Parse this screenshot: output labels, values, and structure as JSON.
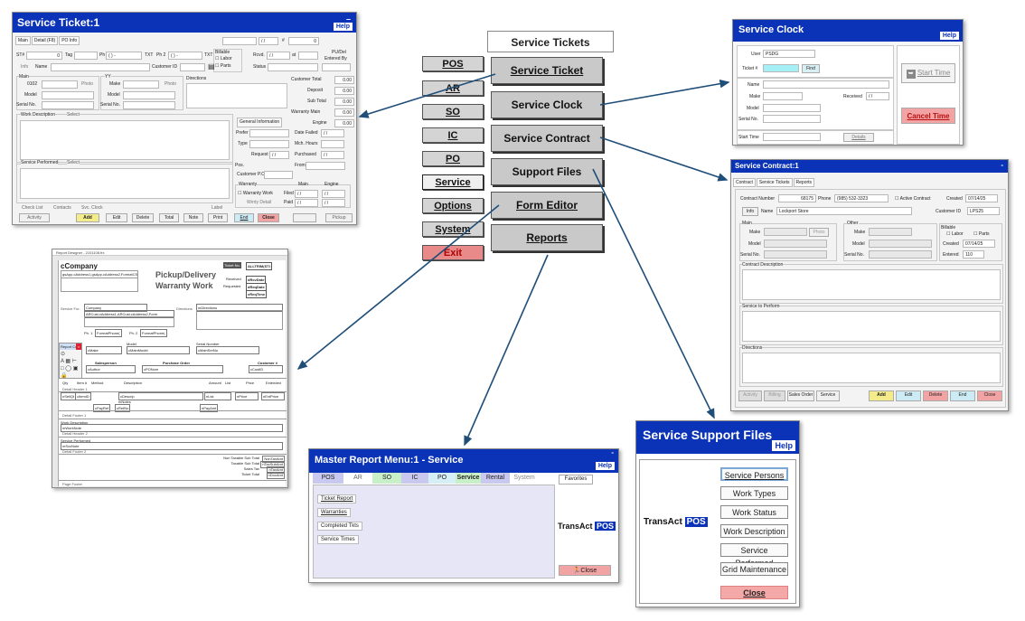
{
  "ticket": {
    "title": "Service Ticket:1",
    "help": "Help",
    "tabs": [
      "Main",
      "Detail (F8)",
      "PO Info"
    ],
    "date_value": "/ /",
    "num_label": "#",
    "num_value": "0",
    "st_label": "ST#",
    "st_value": "0",
    "tag_label": "Tag",
    "ph_label": "Ph",
    "ph_value": "( ) -",
    "txt_label": "TXT",
    "ph2_label": "Ph 2",
    "ph2_value": "( ) -",
    "txt2_label": "TXT",
    "billable_label": "Billable",
    "labor_label": "Labor",
    "parts_label": "Parts",
    "rcvd_label": "Rcvd.",
    "rcvd_value": "/ /",
    "at_label": "at",
    "pudel_label": "PU/Del",
    "entered_by_label": "Entered By",
    "info_label": "Info",
    "name_label": "Name",
    "customer_id_label": "Customer ID",
    "status_label": "Status",
    "main_label": "Main",
    "main_value": "0102",
    "photo_label": "Photo",
    "yy_label": "YY",
    "make_label": "Make",
    "photo2_label": "Photo",
    "directions_label": "Directions",
    "model_label": "Model",
    "model2_label": "Model",
    "serial_label": "Serial No.",
    "serial2_label": "Serial No.",
    "totals": [
      {
        "label": "Customer Total",
        "value": "0.00"
      },
      {
        "label": "Deposit",
        "value": "0.00"
      },
      {
        "label": "Sub Total",
        "value": "0.00"
      },
      {
        "label": "Warranty Main",
        "value": "0.00"
      },
      {
        "label": "Engine",
        "value": "0.00"
      }
    ],
    "work_desc_label": "Work Description",
    "select_label": "Select",
    "general_info": "General Information",
    "prefer_label": "Prefer",
    "type_label": "Type",
    "request_label": "Request",
    "request_value": "/ /",
    "date_failed_label": "Date Failed",
    "date_failed_value": "/ /",
    "mch_hours_label": "Mch. Hours",
    "purchased_label": "Purchased",
    "purchased_value": "/ /",
    "from_label": "From",
    "pos_label": "Pos.",
    "customer_po_label": "Customer P.O.",
    "service_performed_label": "Service Performed",
    "select2_label": "Select",
    "warranty_label": "Warranty",
    "main_col": "Main",
    "engine_col": "Engine",
    "warranty_work_label": "Warranty Work",
    "filed_label": "Filed",
    "filed_v1": "/ /",
    "filed_v2": "/ /",
    "wrnty_detail_label": "Wrnty Detail",
    "paid_label": "Paid",
    "paid_v1": "/ /",
    "paid_v2": "/ /",
    "bottom_links": [
      "Check List",
      "Contacts",
      "Svc. Clock",
      "Label"
    ],
    "bottom_buttons": [
      "Activity",
      "Add",
      "Edit",
      "Delete",
      "Total",
      "Note",
      "Print",
      "End",
      "Close",
      "Pickup"
    ]
  },
  "menu": {
    "title": "Service Tickets",
    "left_buttons": [
      "POS",
      "AR",
      "SO",
      "IC",
      "PO",
      "Service",
      "Options",
      "System",
      "Exit"
    ],
    "main_buttons": [
      "Service Ticket",
      "Service Clock",
      "Service Contract",
      "Support Files",
      "Form Editor",
      "Reports"
    ],
    "exit_color": "#e88a8a"
  },
  "clock": {
    "title": "Service Clock",
    "help": "Help",
    "user_label": "User",
    "user_value": "PSDG",
    "ticket_label": "Ticket #",
    "find_label": "Find",
    "name_label": "Name",
    "make_label": "Make",
    "received_label": "Received",
    "received_value": "/ /",
    "model_label": "Model",
    "serial_label": "Serial No.",
    "start_time_label": "Start Time",
    "details_label": "Details",
    "start_time_button": "Start Time",
    "cancel_time_button": "Cancel Time"
  },
  "contract": {
    "title": "Service Contract:1",
    "minimize": "-",
    "tabs": [
      "Contract",
      "Service Tickets",
      "Reports"
    ],
    "contract_number_label": "Contract Number",
    "contract_number_value": "68175",
    "phone_label": "Phone",
    "phone_value": "(985) 532-3323",
    "active_label": "Active Contract",
    "created_label": "Created",
    "created_value": "07/14/25",
    "info_label": "Info",
    "name_label": "Name",
    "name_value": "Lockport Store",
    "customer_id_label": "Customer ID",
    "customer_id_value": "LPS25",
    "main_label": "Main",
    "make_label": "Make",
    "photo_label": "Photo",
    "other_label": "Other",
    "make2_label": "Make",
    "billable_label": "Billable",
    "labor_label": "Labor",
    "parts_label": "Parts",
    "model_label": "Model",
    "model2_label": "Model",
    "created2_label": "Created",
    "created2_value": "07/14/25",
    "serial_label": "Serial No.",
    "serial2_label": "Serial No.",
    "entered_label": "Entered",
    "entered_value": "110",
    "contract_desc_label": "Contract Description",
    "service_perform_label": "Service to Perform",
    "directions_label": "Directions",
    "buttons": [
      "Activity",
      "Billing",
      "Sales Order",
      "Service",
      "Add",
      "Edit",
      "Delete",
      "End",
      "Close"
    ]
  },
  "designer": {
    "title": "Report Designer - 2101108.frx",
    "company": "cCompany",
    "address": "gsApp.cAddress1,gsApp.cAddress2,FormatCSD",
    "heading1": "Pickup/Delivery",
    "heading2": "Warranty Work",
    "ticket_no_label": "Ticket No.",
    "ticket_no_value": "ALLTRIM(STI",
    "received_label": "Received",
    "received_value": "dRcvDate",
    "requested_label": "Requested",
    "requested_value": "dReqDate",
    "reqtime_value": "cReqTime",
    "service_for_label": "Service For:",
    "company_field": "Company",
    "address_field": "ARCust.cAddress1,ARCust.cAddress2,Form",
    "directions_label": "Directions",
    "directions_field": "mDirections",
    "ph1_label": "Ph. 1",
    "ph1_field": "FormatPhone(",
    "ph2_label": "Ph. 2",
    "ph2_field": "FormatPhone(",
    "model_hdr": "Model",
    "serial_hdr": "Serial Number",
    "make_field": "cMake",
    "model_field": "cMainModel",
    "serial_field": "cMainSerNo",
    "salesperson_hdr": "Salesperson",
    "po_hdr": "Purchase Order",
    "customer_hdr": "Customer #",
    "author_field": "cAuthor",
    "po_field": "cPONum",
    "cust_field": "cCustID",
    "toolbox_title": "Report Co",
    "cols": [
      "Qty",
      "Item #",
      "Method",
      "Description",
      "Amount",
      "List",
      "Price",
      "Extended"
    ],
    "detail_header": "Detail Header 1",
    "line_fields": [
      "nSellQt",
      "cItemID",
      "cDescrip",
      "nList",
      "nPrice",
      "nExtPrice"
    ],
    "notes_field": "mNotes",
    "pay_ref": "cPayRef",
    "refno": "cRefNo",
    "pay_amt": "nPayAmt",
    "detail_footer": "Detail Footer 1",
    "work_desc_label": "Work Description",
    "work_note": "mWorkNote",
    "detail_header2": "Detail Header 2",
    "service_performed_label": "Service Performed",
    "svc_note": "mSvcNote",
    "detail_footer2": "Detail Footer 2",
    "totals": [
      {
        "label": "Non Taxable Sub Total",
        "value": "NonTaxAmt"
      },
      {
        "label": "Taxable Sub Total",
        "value": "nTaxSubAmt"
      },
      {
        "label": "Sales Tax",
        "value": "nTaxAmt"
      },
      {
        "label": "Ticket Total",
        "value": "nDocAmt"
      }
    ],
    "page_footer": "Page Footer"
  },
  "report_menu": {
    "title": "Master Report Menu:1 - Service",
    "help": "Help",
    "minimize": "-",
    "tabs": [
      {
        "label": "POS",
        "color": "#c9c9ef"
      },
      {
        "label": "AR",
        "color": "#ffffff"
      },
      {
        "label": "SO",
        "color": "#c9efc9"
      },
      {
        "label": "IC",
        "color": "#c9c9ef"
      },
      {
        "label": "PO",
        "color": "#d6eef5"
      },
      {
        "label": "Service",
        "color": "#c9efc9"
      },
      {
        "label": "Rental",
        "color": "#c9c9ef"
      },
      {
        "label": "System",
        "color": "#ffffff"
      }
    ],
    "favorites": "Favorites",
    "items": [
      "Ticket Report",
      "Warranties",
      "Completed Tkts",
      "Service Times"
    ],
    "brand": "TransAct",
    "brand_pos": "POS",
    "close": "Close"
  },
  "support": {
    "title": "Service Support Files",
    "help": "Help",
    "brand": "TransAct",
    "brand_pos": "POS",
    "buttons": [
      "Service Persons",
      "Work Types",
      "Work Status",
      "Work Description",
      "Service Performed",
      "Grid Maintenance"
    ],
    "close": "Close"
  }
}
